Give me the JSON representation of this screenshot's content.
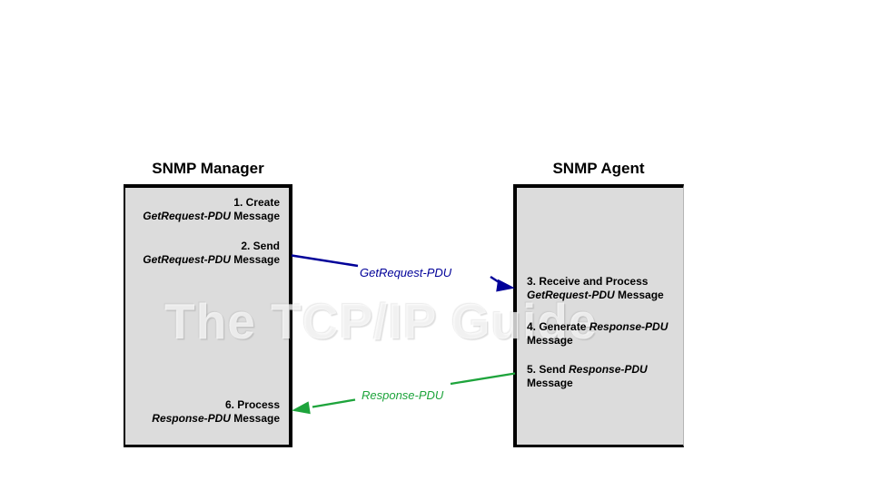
{
  "titles": {
    "manager": "SNMP Manager",
    "agent": "SNMP Agent"
  },
  "manager_box": {
    "step1": {
      "l1": "1. Create",
      "l2_pdu": "GetRequest-PDU",
      "l2_rest": " Message"
    },
    "step2": {
      "l1": "2. Send",
      "l2_pdu": "GetRequest-PDU",
      "l2_rest": " Message"
    },
    "step6": {
      "l1": "6. Process",
      "l2_pdu": "Response-PDU",
      "l2_rest": " Message"
    }
  },
  "agent_box": {
    "step3": {
      "l1": "3. Receive and Process",
      "l2_pdu": "GetRequest-PDU",
      "l2_rest": " Message"
    },
    "step4": {
      "l1_pre": "4. Generate ",
      "l1_pdu": "Response-PDU",
      "l2": "Message"
    },
    "step5": {
      "l1_pre": "5. Send ",
      "l1_pdu": "Response-PDU",
      "l2": "Message"
    }
  },
  "arrows": {
    "request": {
      "label": "GetRequest-PDU",
      "color": "#000099"
    },
    "response": {
      "label": "Response-PDU",
      "color": "#1EA43C"
    }
  },
  "watermark": "The TCP/IP Guide",
  "box_fill_color": "#dcdcdc"
}
